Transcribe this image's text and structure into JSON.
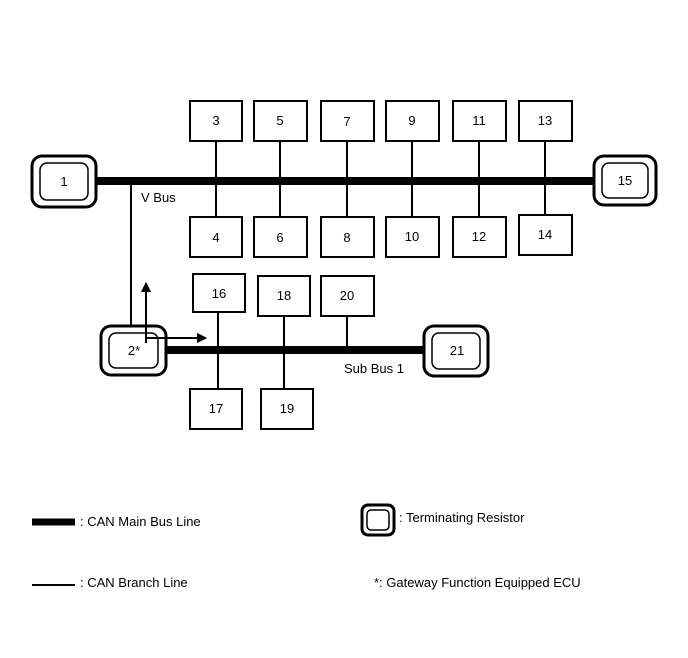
{
  "diagram": {
    "buses": {
      "v_bus": "V Bus",
      "sub_bus_1": "Sub Bus 1"
    },
    "ecus": {
      "n1": "1",
      "n2": "2*",
      "n3": "3",
      "n4": "4",
      "n5": "5",
      "n6": "6",
      "n7": "7",
      "n8": "8",
      "n9": "9",
      "n10": "10",
      "n11": "11",
      "n12": "12",
      "n13": "13",
      "n14": "14",
      "n15": "15",
      "n16": "16",
      "n17": "17",
      "n18": "18",
      "n19": "19",
      "n20": "20",
      "n21": "21"
    }
  },
  "legend": {
    "main_bus_line": ": CAN Main Bus Line",
    "branch_line": ": CAN Branch Line",
    "terminating_resistor": ": Terminating Resistor",
    "gateway_note": "*: Gateway Function Equipped ECU"
  },
  "colors": {
    "line": "#000000",
    "background": "#ffffff"
  }
}
